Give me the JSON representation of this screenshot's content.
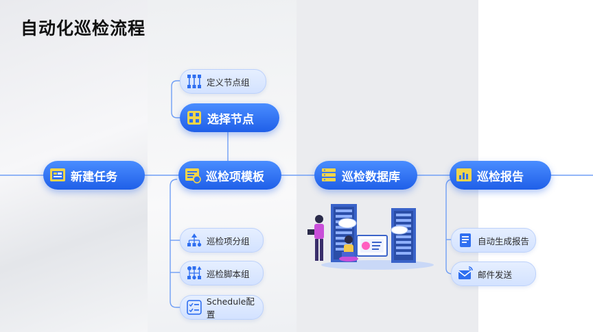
{
  "title": "自动化巡检流程",
  "main_nodes": {
    "new_task": "新建任务",
    "template": "巡检项模板",
    "database": "巡检数据库",
    "report": "巡检报告",
    "select_nodes": "选择节点"
  },
  "sub_nodes": {
    "define_group": "定义节点组",
    "item_group": "巡检项分组",
    "script_group": "巡检脚本组",
    "schedule": "Schedule配置",
    "auto_report": "自动生成报告",
    "email": "邮件发送"
  },
  "colors": {
    "accent": "#2f6ff0",
    "pill_light": "#dbe7ff",
    "icon_yellow": "#f1d54a"
  }
}
